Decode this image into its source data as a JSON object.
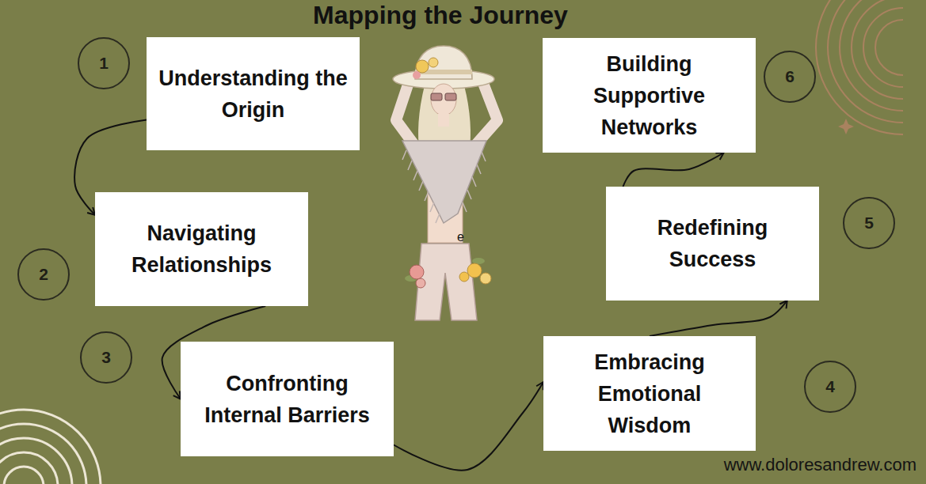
{
  "diagram": {
    "title": "Mapping the Journey",
    "nodes": [
      {
        "text": [
          "1"
        ]
      },
      {
        "text": [
          "Understanding the Origin"
        ]
      },
      {
        "text": [
          "2"
        ]
      },
      {
        "text": [
          "Navigating Relationships"
        ]
      },
      {
        "text": [
          "3"
        ]
      },
      {
        "text": [
          "Confronting Internal Barriers"
        ]
      },
      {
        "text": [
          "4"
        ]
      },
      {
        "text": [
          "Embracing Emotional Wisdom"
        ]
      },
      {
        "text": [
          "5"
        ]
      },
      {
        "text": [
          "Redefining Success"
        ]
      },
      {
        "text": [
          "6"
        ]
      },
      {
        "text": [
          "Building Supportive Networks"
        ]
      }
    ],
    "edges": [
      {
        "from": 1,
        "to": 3,
        "arrow": "to"
      },
      {
        "from": 3,
        "to": 5,
        "arrow": "to"
      },
      {
        "from": 5,
        "to": 7,
        "arrow": "to"
      },
      {
        "from": 7,
        "to": 9,
        "arrow": "to"
      },
      {
        "from": 9,
        "to": 11,
        "arrow": "to"
      }
    ],
    "labels": [
      "e",
      "www.doloresandrew.com"
    ]
  }
}
